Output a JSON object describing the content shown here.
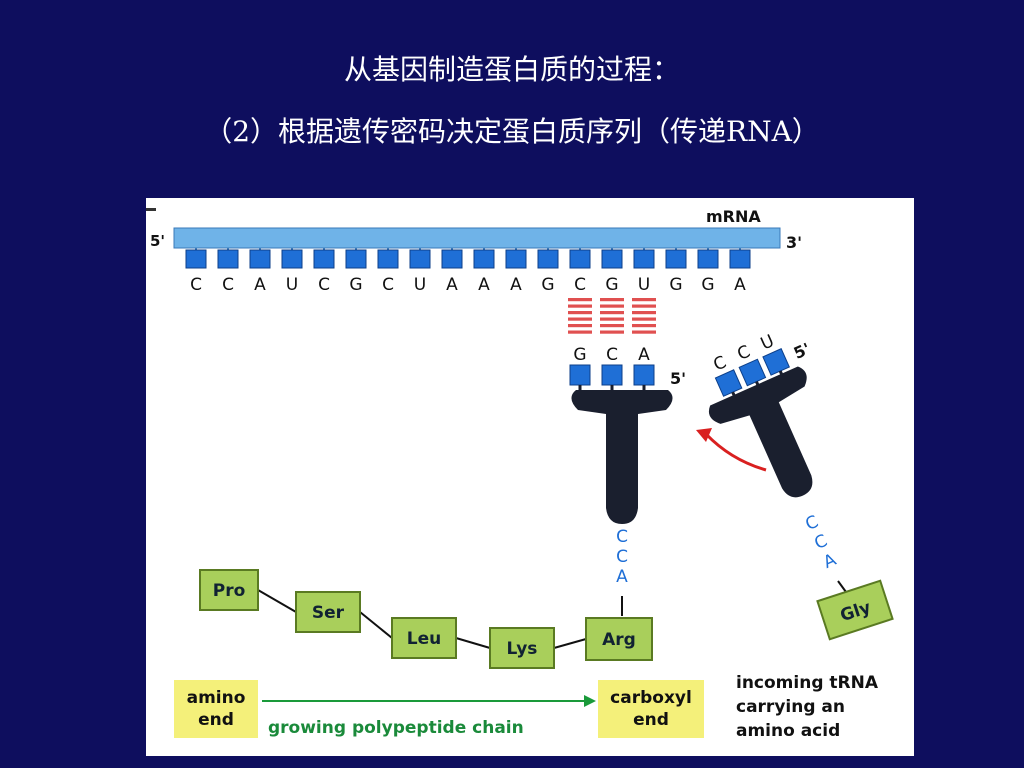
{
  "slide": {
    "title_line1": "从基因制造蛋白质的过程：",
    "title_line2": "（2）根据遗传密码决定蛋白质序列（传递RNA）"
  },
  "mrna": {
    "label": "mRNA",
    "five_prime": "5'",
    "three_prime": "3'",
    "bases": [
      "C",
      "C",
      "A",
      "U",
      "C",
      "G",
      "C",
      "U",
      "A",
      "A",
      "A",
      "G",
      "C",
      "G",
      "U",
      "G",
      "G",
      "A"
    ]
  },
  "trna_bound": {
    "anticodon": [
      "G",
      "C",
      "A"
    ],
    "five_prime": "5'",
    "cca": [
      "C",
      "C",
      "A"
    ]
  },
  "trna_incoming": {
    "anticodon": [
      "C",
      "C",
      "U"
    ],
    "five_prime": "5'",
    "cca": [
      "C",
      "C",
      "A"
    ],
    "amino_acid": "Gly"
  },
  "chain": {
    "amino_acids": [
      "Pro",
      "Ser",
      "Leu",
      "Lys",
      "Arg"
    ]
  },
  "labels": {
    "amino_end": "amino\nend",
    "carboxyl_end": "carboxyl\nend",
    "growing_chain": "growing polypeptide chain",
    "incoming": "incoming tRNA\ncarrying an\namino acid"
  },
  "colors": {
    "background": "#0e0e5e",
    "mrna_strand": "#6fb3e8",
    "base_box": "#1f6fd6",
    "trna_body": "#1a1f2e",
    "amino_box": "#a9cf5b",
    "label_box": "#f4f07a",
    "pairing": "#e05050",
    "arrow_red": "#d92020",
    "chain_arrow": "#1a9a3a",
    "chain_text": "#1a8a3a"
  }
}
